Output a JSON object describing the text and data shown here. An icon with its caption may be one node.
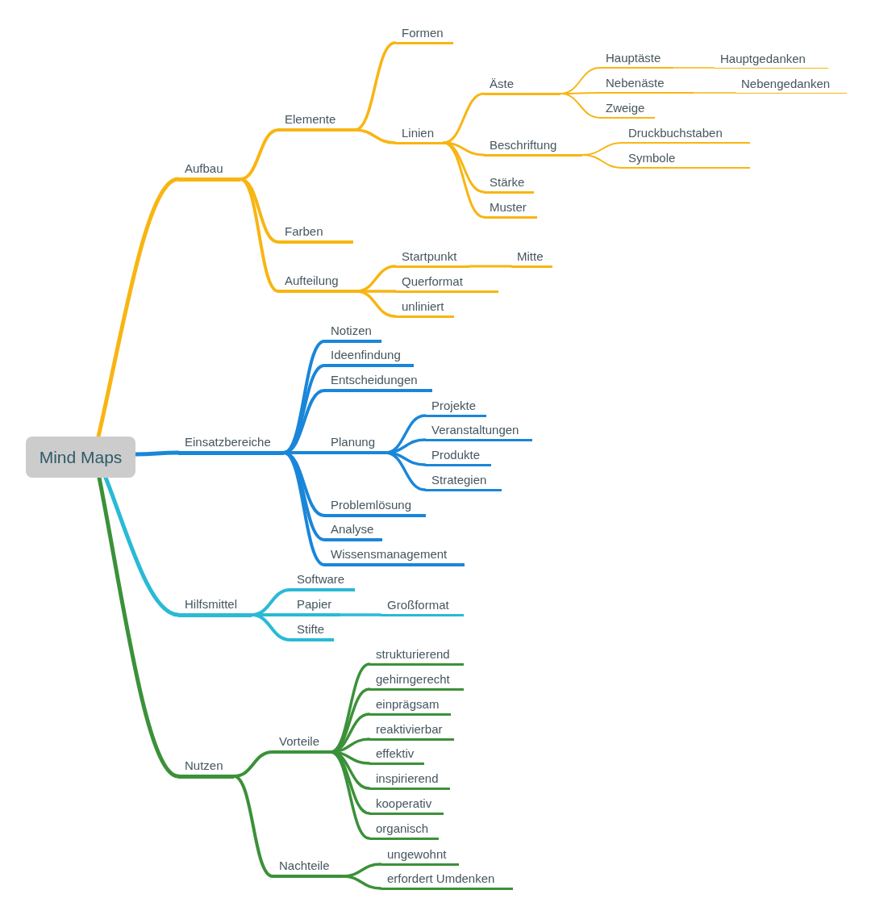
{
  "diagram": {
    "nodes": [
      {
        "text": [
          "Mind Maps"
        ]
      },
      {
        "text": [
          "Aufbau"
        ]
      },
      {
        "text": [
          "Elemente"
        ]
      },
      {
        "text": [
          "Formen"
        ]
      },
      {
        "text": [
          "Linien"
        ]
      },
      {
        "text": [
          "Äste"
        ]
      },
      {
        "text": [
          "Hauptäste"
        ]
      },
      {
        "text": [
          "Hauptgedanken"
        ]
      },
      {
        "text": [
          "Nebenäste"
        ]
      },
      {
        "text": [
          "Nebengedanken"
        ]
      },
      {
        "text": [
          "Zweige"
        ]
      },
      {
        "text": [
          "Beschriftung"
        ]
      },
      {
        "text": [
          "Druckbuchstaben"
        ]
      },
      {
        "text": [
          "Symbole"
        ]
      },
      {
        "text": [
          "Stärke"
        ]
      },
      {
        "text": [
          "Muster"
        ]
      },
      {
        "text": [
          "Farben"
        ]
      },
      {
        "text": [
          "Aufteilung"
        ]
      },
      {
        "text": [
          "Startpunkt"
        ]
      },
      {
        "text": [
          "Mitte"
        ]
      },
      {
        "text": [
          "Querformat"
        ]
      },
      {
        "text": [
          "unliniert"
        ]
      },
      {
        "text": [
          "Einsatzbereiche"
        ]
      },
      {
        "text": [
          "Notizen"
        ]
      },
      {
        "text": [
          "Ideenfindung"
        ]
      },
      {
        "text": [
          "Entscheidungen"
        ]
      },
      {
        "text": [
          "Planung"
        ]
      },
      {
        "text": [
          "Projekte"
        ]
      },
      {
        "text": [
          "Veranstaltungen"
        ]
      },
      {
        "text": [
          "Produkte"
        ]
      },
      {
        "text": [
          "Strategien"
        ]
      },
      {
        "text": [
          "Problemlösung"
        ]
      },
      {
        "text": [
          "Analyse"
        ]
      },
      {
        "text": [
          "Wissensmanagement"
        ]
      },
      {
        "text": [
          "Hilfsmittel"
        ]
      },
      {
        "text": [
          "Software"
        ]
      },
      {
        "text": [
          "Papier"
        ]
      },
      {
        "text": [
          "Großformat"
        ]
      },
      {
        "text": [
          "Stifte"
        ]
      },
      {
        "text": [
          "Nutzen"
        ]
      },
      {
        "text": [
          "Vorteile"
        ]
      },
      {
        "text": [
          "strukturierend"
        ]
      },
      {
        "text": [
          "gehirngerecht"
        ]
      },
      {
        "text": [
          "einprägsam"
        ]
      },
      {
        "text": [
          "reaktivierbar"
        ]
      },
      {
        "text": [
          "effektiv"
        ]
      },
      {
        "text": [
          "inspirierend"
        ]
      },
      {
        "text": [
          "kooperativ"
        ]
      },
      {
        "text": [
          "organisch"
        ]
      },
      {
        "text": [
          "Nachteile"
        ]
      },
      {
        "text": [
          "ungewohnt"
        ]
      },
      {
        "text": [
          "erfordert Umdenken"
        ]
      }
    ],
    "edges": [
      {
        "from": 0,
        "to": 1,
        "arrow": "none"
      },
      {
        "from": 1,
        "to": 2,
        "arrow": "none"
      },
      {
        "from": 2,
        "to": 3,
        "arrow": "none"
      },
      {
        "from": 2,
        "to": 4,
        "arrow": "none"
      },
      {
        "from": 4,
        "to": 5,
        "arrow": "none"
      },
      {
        "from": 5,
        "to": 6,
        "arrow": "none"
      },
      {
        "from": 6,
        "to": 7,
        "arrow": "none"
      },
      {
        "from": 5,
        "to": 8,
        "arrow": "none"
      },
      {
        "from": 8,
        "to": 9,
        "arrow": "none"
      },
      {
        "from": 5,
        "to": 10,
        "arrow": "none"
      },
      {
        "from": 4,
        "to": 11,
        "arrow": "none"
      },
      {
        "from": 11,
        "to": 12,
        "arrow": "none"
      },
      {
        "from": 11,
        "to": 13,
        "arrow": "none"
      },
      {
        "from": 4,
        "to": 14,
        "arrow": "none"
      },
      {
        "from": 4,
        "to": 15,
        "arrow": "none"
      },
      {
        "from": 1,
        "to": 16,
        "arrow": "none"
      },
      {
        "from": 1,
        "to": 17,
        "arrow": "none"
      },
      {
        "from": 17,
        "to": 18,
        "arrow": "none"
      },
      {
        "from": 18,
        "to": 19,
        "arrow": "none"
      },
      {
        "from": 17,
        "to": 20,
        "arrow": "none"
      },
      {
        "from": 17,
        "to": 21,
        "arrow": "none"
      },
      {
        "from": 0,
        "to": 22,
        "arrow": "none",
        "color": "#1a86d9"
      },
      {
        "from": 22,
        "to": 23,
        "arrow": "none",
        "color": "#1a86d9"
      },
      {
        "from": 22,
        "to": 24,
        "arrow": "none",
        "color": "#1a86d9"
      },
      {
        "from": 22,
        "to": 25,
        "arrow": "none",
        "color": "#1a86d9"
      },
      {
        "from": 22,
        "to": 26,
        "arrow": "none",
        "color": "#1a86d9"
      },
      {
        "from": 26,
        "to": 27,
        "arrow": "none",
        "color": "#1a86d9"
      },
      {
        "from": 26,
        "to": 28,
        "arrow": "none",
        "color": "#1a86d9"
      },
      {
        "from": 26,
        "to": 29,
        "arrow": "none",
        "color": "#1a86d9"
      },
      {
        "from": 26,
        "to": 30,
        "arrow": "none",
        "color": "#1a86d9"
      },
      {
        "from": 22,
        "to": 31,
        "arrow": "none",
        "color": "#1a86d9"
      },
      {
        "from": 22,
        "to": 32,
        "arrow": "none",
        "color": "#1a86d9"
      },
      {
        "from": 22,
        "to": 33,
        "arrow": "none",
        "color": "#1a86d9"
      },
      {
        "from": 0,
        "to": 34,
        "arrow": "none",
        "color": "#29bad5"
      },
      {
        "from": 34,
        "to": 35,
        "arrow": "none",
        "color": "#29bad5"
      },
      {
        "from": 34,
        "to": 36,
        "arrow": "none",
        "color": "#29bad5"
      },
      {
        "from": 36,
        "to": 37,
        "arrow": "none",
        "color": "#29bad5"
      },
      {
        "from": 34,
        "to": 38,
        "arrow": "none",
        "color": "#29bad5"
      },
      {
        "from": 0,
        "to": 39,
        "arrow": "none",
        "color": "#3b9139"
      },
      {
        "from": 39,
        "to": 40,
        "arrow": "none",
        "color": "#3b9139"
      },
      {
        "from": 40,
        "to": 41,
        "arrow": "none",
        "color": "#3b9139"
      },
      {
        "from": 40,
        "to": 42,
        "arrow": "none",
        "color": "#3b9139"
      },
      {
        "from": 40,
        "to": 43,
        "arrow": "none",
        "color": "#3b9139"
      },
      {
        "from": 40,
        "to": 44,
        "arrow": "none",
        "color": "#3b9139"
      },
      {
        "from": 40,
        "to": 45,
        "arrow": "none",
        "color": "#3b9139"
      },
      {
        "from": 40,
        "to": 46,
        "arrow": "none",
        "color": "#3b9139"
      },
      {
        "from": 40,
        "to": 47,
        "arrow": "none",
        "color": "#3b9139"
      },
      {
        "from": 40,
        "to": 48,
        "arrow": "none",
        "color": "#3b9139"
      },
      {
        "from": 39,
        "to": 49,
        "arrow": "none",
        "color": "#3b9139"
      },
      {
        "from": 49,
        "to": 50,
        "arrow": "none",
        "color": "#3b9139"
      },
      {
        "from": 49,
        "to": 51,
        "arrow": "none",
        "color": "#3b9139"
      }
    ]
  }
}
